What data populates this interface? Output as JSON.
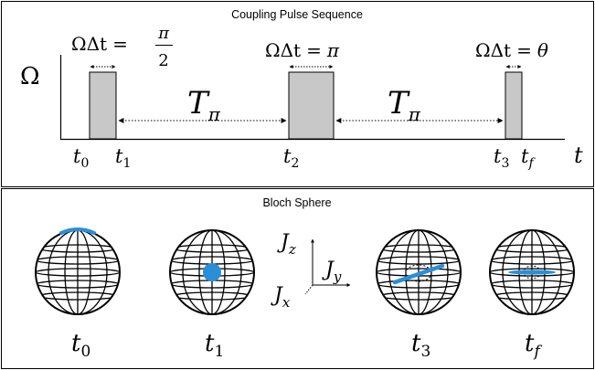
{
  "top_panel": {
    "title": "Coupling Pulse Sequence",
    "y_axis_symbol": "Ω",
    "x_axis_symbol": "t",
    "pulses": [
      {
        "label_lhs": "ΩΔt",
        "label_eq": "=",
        "label_rhs": "π/2",
        "rhs_num": "π",
        "rhs_den": "2",
        "start": "t",
        "start_sub": "0",
        "end": "t",
        "end_sub": "1"
      },
      {
        "label_lhs": "ΩΔt",
        "label_eq": "=",
        "label_rhs": "π",
        "start": "t",
        "start_sub": "2"
      },
      {
        "label_lhs": "ΩΔt",
        "label_eq": "=",
        "label_rhs": "θ",
        "start": "t",
        "start_sub": "3",
        "end": "t",
        "end_sub": "f"
      }
    ],
    "gaps": [
      {
        "label": "T",
        "sub": "π"
      },
      {
        "label": "T",
        "sub": "π"
      }
    ]
  },
  "bottom_panel": {
    "title": "Bloch Sphere",
    "spheres": [
      {
        "label": "t",
        "sub": "0",
        "state": "cap at pole"
      },
      {
        "label": "t",
        "sub": "1",
        "state": "dot at center"
      },
      {
        "label": "t",
        "sub": "3",
        "state": "tilted ellipse"
      },
      {
        "label": "t",
        "sub": "f",
        "state": "flat ellipse"
      }
    ],
    "axes": {
      "z": {
        "label": "J",
        "sub": "z"
      },
      "y": {
        "label": "J",
        "sub": "y"
      },
      "x": {
        "label": "J",
        "sub": "x"
      }
    }
  },
  "colors": {
    "pulse_fill": "#c8c8c8",
    "state_blue": "#2a8fd6",
    "line": "#000000"
  }
}
